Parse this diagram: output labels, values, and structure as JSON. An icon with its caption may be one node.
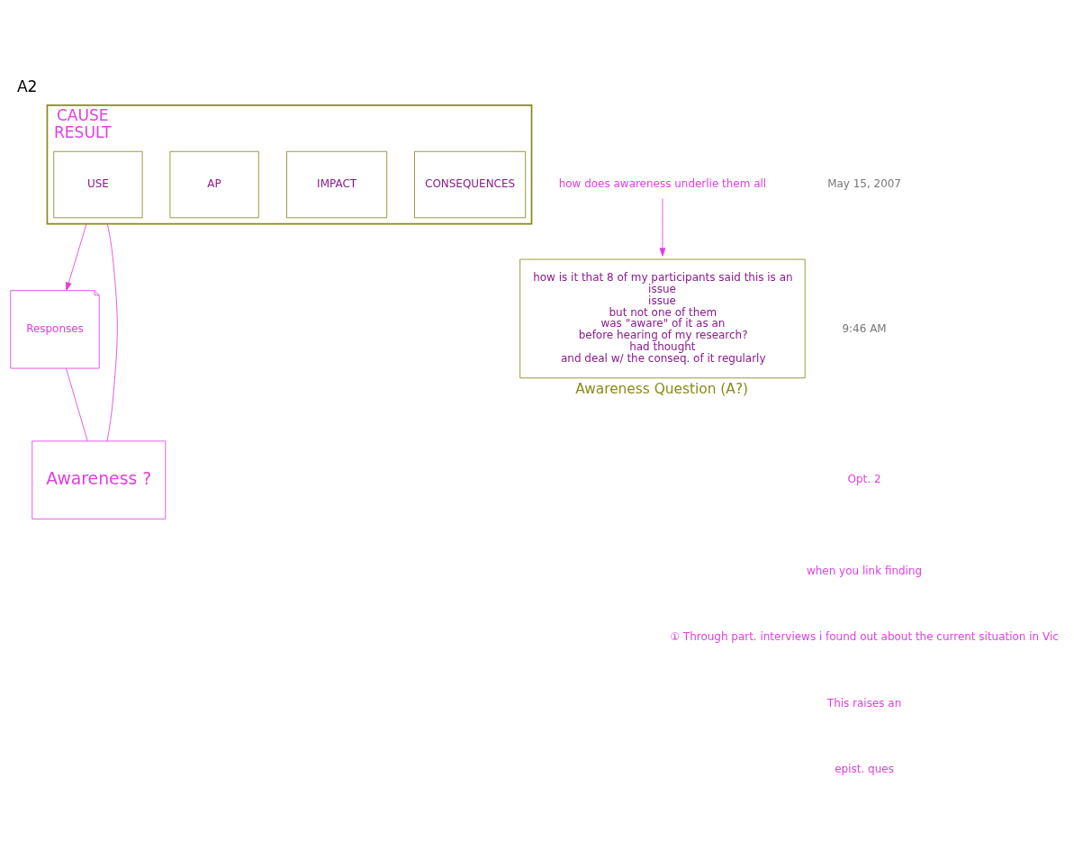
{
  "diagram": {
    "title": "A2",
    "nodes": [
      {
        "text": [
          "CAUSE",
          "RESULT"
        ]
      },
      {
        "text": [
          "USE"
        ],
        "in": 0
      },
      {
        "text": [
          "AP"
        ],
        "in": 0
      },
      {
        "text": [
          "IMPACT"
        ],
        "in": 0
      },
      {
        "text": [
          "CONSEQUENCES"
        ],
        "in": 0
      },
      {
        "text": [
          "Responses"
        ]
      },
      {
        "text": [
          "Awareness ?"
        ]
      },
      {
        "text": [
          "how does awareness underlie them all"
        ]
      },
      {
        "text": [
          "how is it that 8 of my participants said this is an",
          "issue",
          "issue",
          "but not one of them",
          "was \"aware\" of it as an",
          "before hearing of my research?",
          "had thought",
          "and deal w/ the conseq. of it regularly"
        ],
        "beside": [
          "Awareness Question (A?)"
        ]
      }
    ],
    "edges": [
      {
        "from": 0,
        "to": 5,
        "arrow": "to"
      },
      {
        "from": 0,
        "to": 6,
        "arrow": "none"
      },
      {
        "from": 5,
        "to": 6,
        "arrow": "none"
      },
      {
        "from": 7,
        "to": 8,
        "arrow": "to"
      }
    ],
    "labels": [
      "May 15, 2007",
      "9:46 AM",
      "Opt. 2",
      "when you link finding",
      "① Through part. interviews i found out about the current situation in Vic",
      "This raises an",
      "epist. ques"
    ]
  }
}
